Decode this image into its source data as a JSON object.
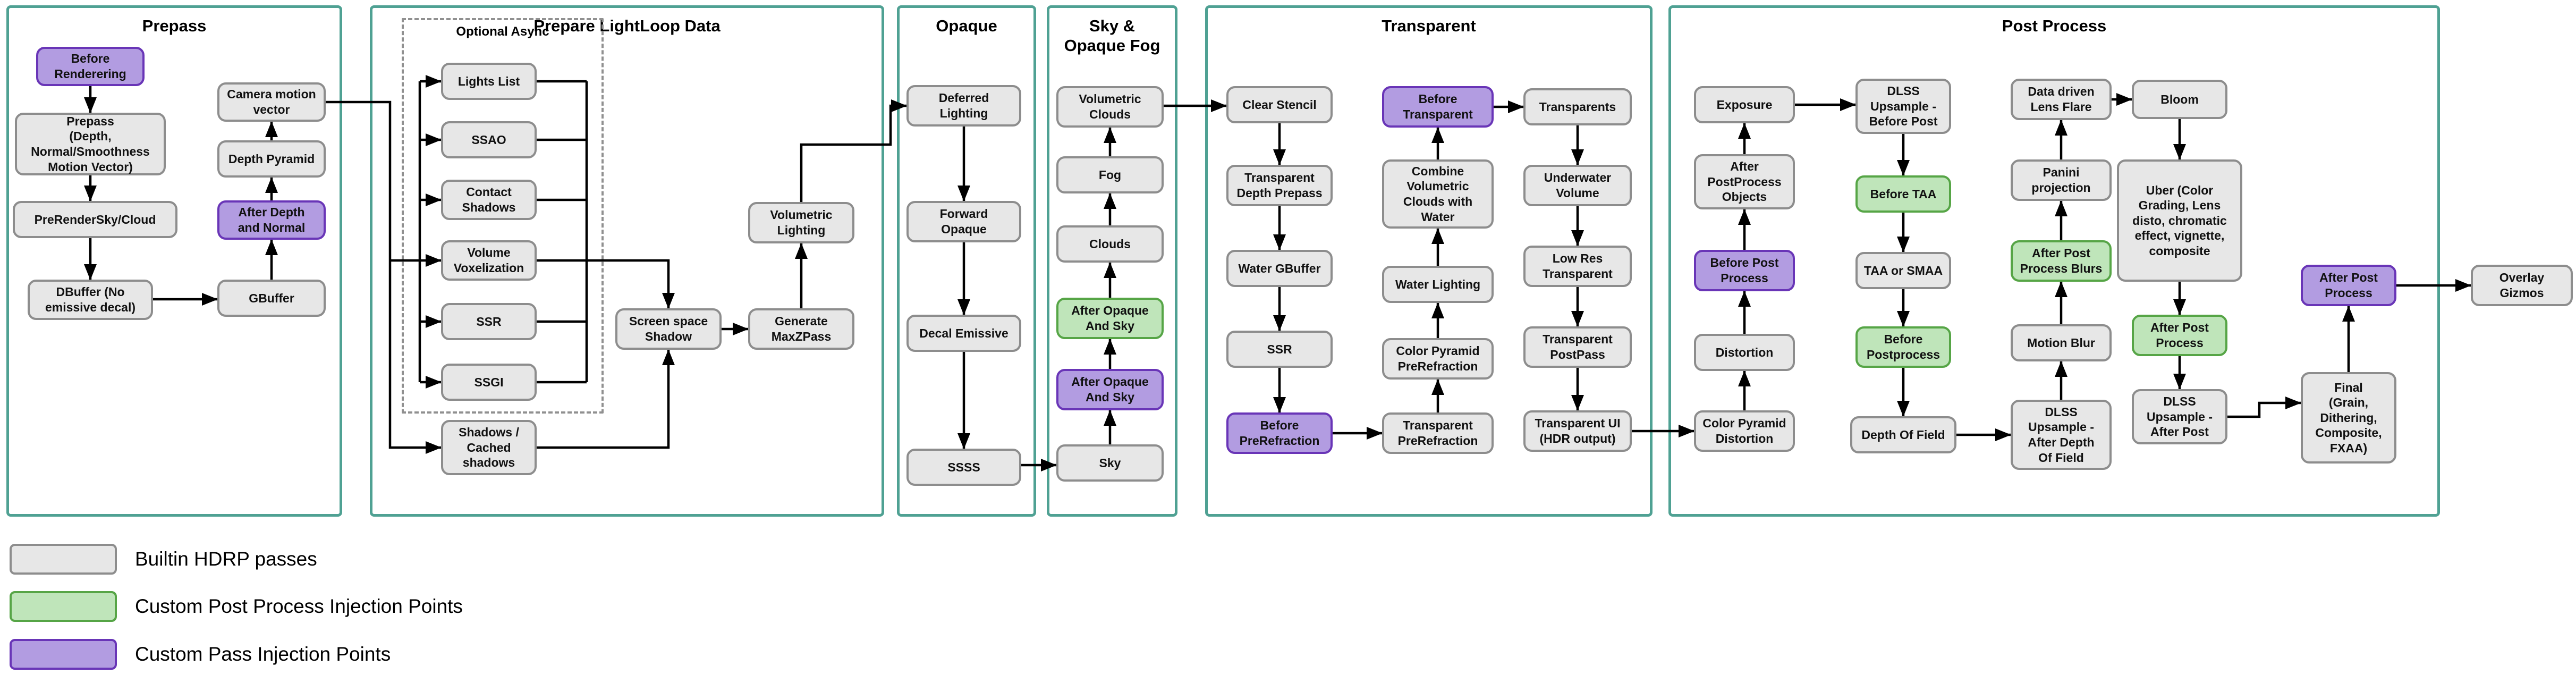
{
  "sections": {
    "prepass": {
      "title": "Prepass"
    },
    "lightloop": {
      "title": "Prepare LightLoop Data",
      "optional_async_label": "Optional Async"
    },
    "opaque": {
      "title": "Opaque"
    },
    "sky_fog": {
      "title": "Sky &\nOpaque Fog"
    },
    "transparent": {
      "title": "Transparent"
    },
    "post_process": {
      "title": "Post Process"
    }
  },
  "nodes": {
    "before_rendering": {
      "label": "Before\nRenderering",
      "type": "custom-pass"
    },
    "prepass_main": {
      "label": "Prepass\n(Depth,\nNormal/Smoothness\nMotion Vector)",
      "type": "builtin"
    },
    "prerender_sky_cloud": {
      "label": "PreRenderSky/Cloud",
      "type": "builtin"
    },
    "dbuffer": {
      "label": "DBuffer (No\nemissive decal)",
      "type": "builtin"
    },
    "camera_motion_vector": {
      "label": "Camera motion\nvector",
      "type": "builtin"
    },
    "depth_pyramid": {
      "label": "Depth Pyramid",
      "type": "builtin"
    },
    "after_depth_and_normal": {
      "label": "After Depth\nand Normal",
      "type": "custom-pass"
    },
    "gbuffer": {
      "label": "GBuffer",
      "type": "builtin"
    },
    "lights_list": {
      "label": "Lights List",
      "type": "builtin"
    },
    "ssao": {
      "label": "SSAO",
      "type": "builtin"
    },
    "contact_shadows": {
      "label": "Contact\nShadows",
      "type": "builtin"
    },
    "volume_voxelization": {
      "label": "Volume\nVoxelization",
      "type": "builtin"
    },
    "ssr_async": {
      "label": "SSR",
      "type": "builtin"
    },
    "ssgi": {
      "label": "SSGI",
      "type": "builtin"
    },
    "shadows_cached": {
      "label": "Shadows /\nCached\nshadows",
      "type": "builtin"
    },
    "screen_space_shadow": {
      "label": "Screen space\nShadow",
      "type": "builtin"
    },
    "generate_maxzpass": {
      "label": "Generate\nMaxZPass",
      "type": "builtin"
    },
    "volumetric_lighting": {
      "label": "Volumetric\nLighting",
      "type": "builtin"
    },
    "deferred_lighting": {
      "label": "Deferred\nLighting",
      "type": "builtin"
    },
    "forward_opaque": {
      "label": "Forward\nOpaque",
      "type": "builtin"
    },
    "decal_emissive": {
      "label": "Decal Emissive",
      "type": "builtin"
    },
    "ssss": {
      "label": "SSSS",
      "type": "builtin"
    },
    "volumetric_clouds": {
      "label": "Volumetric\nClouds",
      "type": "builtin"
    },
    "fog": {
      "label": "Fog",
      "type": "builtin"
    },
    "clouds": {
      "label": "Clouds",
      "type": "builtin"
    },
    "after_opaque_and_sky_green": {
      "label": "After Opaque\nAnd Sky",
      "type": "custom-post"
    },
    "after_opaque_and_sky_purple": {
      "label": "After Opaque\nAnd Sky",
      "type": "custom-pass"
    },
    "sky": {
      "label": "Sky",
      "type": "builtin"
    },
    "clear_stencil": {
      "label": "Clear Stencil",
      "type": "builtin"
    },
    "transparent_depth_prepass": {
      "label": "Transparent\nDepth Prepass",
      "type": "builtin"
    },
    "water_gbuffer": {
      "label": "Water GBuffer",
      "type": "builtin"
    },
    "ssr_transparent": {
      "label": "SSR",
      "type": "builtin"
    },
    "before_prerefraction": {
      "label": "Before\nPreRefraction",
      "type": "custom-pass"
    },
    "before_transparent": {
      "label": "Before\nTransparent",
      "type": "custom-pass"
    },
    "combine_volumetric_clouds_with_water": {
      "label": "Combine\nVolumetric\nClouds with\nWater",
      "type": "builtin"
    },
    "water_lighting": {
      "label": "Water Lighting",
      "type": "builtin"
    },
    "color_pyramid_prerefraction": {
      "label": "Color Pyramid\nPreRefraction",
      "type": "builtin"
    },
    "transparent_prerefraction": {
      "label": "Transparent\nPreRefraction",
      "type": "builtin"
    },
    "transparents": {
      "label": "Transparents",
      "type": "builtin"
    },
    "underwater_volume": {
      "label": "Underwater\nVolume",
      "type": "builtin"
    },
    "low_res_transparent": {
      "label": "Low Res\nTransparent",
      "type": "builtin"
    },
    "transparent_postpass": {
      "label": "Transparent\nPostPass",
      "type": "builtin"
    },
    "transparent_ui_hdr": {
      "label": "Transparent UI\n(HDR output)",
      "type": "builtin"
    },
    "exposure": {
      "label": "Exposure",
      "type": "builtin"
    },
    "after_postprocess_objects": {
      "label": "After\nPostProcess\nObjects",
      "type": "builtin"
    },
    "before_post_process": {
      "label": "Before Post\nProcess",
      "type": "custom-pass"
    },
    "distortion": {
      "label": "Distortion",
      "type": "builtin"
    },
    "color_pyramid_distortion": {
      "label": "Color Pyramid\nDistortion",
      "type": "builtin"
    },
    "dlss_upsample_before_post": {
      "label": "DLSS\nUpsample -\nBefore Post",
      "type": "builtin"
    },
    "before_taa": {
      "label": "Before TAA",
      "type": "custom-post"
    },
    "taa_or_smaa": {
      "label": "TAA or SMAA",
      "type": "builtin"
    },
    "before_postprocess": {
      "label": "Before\nPostprocess",
      "type": "custom-post"
    },
    "depth_of_field": {
      "label": "Depth Of Field",
      "type": "builtin"
    },
    "data_driven_lens_flare": {
      "label": "Data driven\nLens Flare",
      "type": "builtin"
    },
    "panini_projection": {
      "label": "Panini\nprojection",
      "type": "builtin"
    },
    "after_post_process_blurs": {
      "label": "After Post\nProcess Blurs",
      "type": "custom-post"
    },
    "motion_blur": {
      "label": "Motion Blur",
      "type": "builtin"
    },
    "dlss_upsample_after_depth_of_field": {
      "label": "DLSS\nUpsample -\nAfter Depth\nOf Field",
      "type": "builtin"
    },
    "bloom": {
      "label": "Bloom",
      "type": "builtin"
    },
    "uber": {
      "label": "Uber (Color\nGrading, Lens\ndisto, chromatic\neffect, vignette,\ncomposite",
      "type": "builtin"
    },
    "after_post_process_green": {
      "label": "After Post\nProcess",
      "type": "custom-post"
    },
    "dlss_upsample_after_post": {
      "label": "DLSS\nUpsample -\nAfter Post",
      "type": "builtin"
    },
    "after_post_process_purple": {
      "label": "After Post\nProcess",
      "type": "custom-pass"
    },
    "final": {
      "label": "Final\n(Grain,\nDithering,\nComposite,\nFXAA)",
      "type": "builtin"
    },
    "overlay_gizmos": {
      "label": "Overlay\nGizmos",
      "type": "builtin"
    }
  },
  "legend": [
    {
      "label": "Builtin HDRP passes",
      "type": "builtin"
    },
    {
      "label": "Custom Post Process Injection Points",
      "type": "custom-post"
    },
    {
      "label": "Custom Pass Injection Points",
      "type": "custom-pass"
    }
  ],
  "colors": {
    "section_border": "#4fa193",
    "builtin_fill": "#e7e7e7",
    "builtin_border": "#8d8d8d",
    "custom_post_fill": "#bfe5ba",
    "custom_post_border": "#56a546",
    "custom_pass_fill": "#b29ce1",
    "custom_pass_border": "#6935b7",
    "dashed_border": "#909090",
    "arrow": "#000000"
  }
}
